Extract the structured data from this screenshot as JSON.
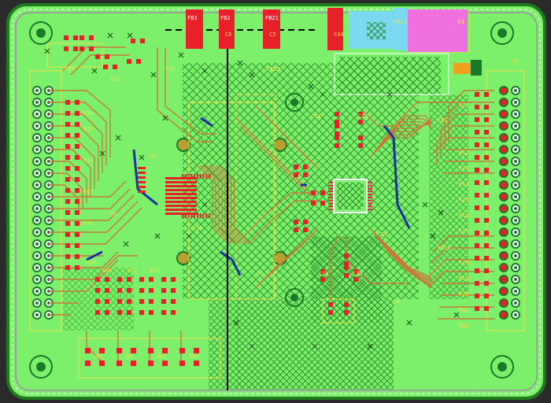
{
  "colors": {
    "board": "#7cf06a",
    "border": "#1f7a1f",
    "silk": "#f4e04a",
    "pad": "#e8202a",
    "trace": "#c87a3a",
    "via": "#1a7a2a",
    "hatch": "#2a8a2a",
    "blue": "#2030a0",
    "black": "#000000"
  },
  "labels": {
    "fb3": "FB3",
    "fb2": "FB2",
    "fb21": "FB21",
    "c6": "C6",
    "c44": "C44",
    "d1": "D1",
    "j1": "J1",
    "c5": "C5",
    "c62": "C62",
    "c30": "C30",
    "c28": "C28",
    "c25": "C25",
    "fb1": "FB1",
    "r11": "R11",
    "r12": "R12",
    "r13": "R13",
    "r14": "R14",
    "r15": "R15",
    "r16": "R16",
    "r17": "R17",
    "r18": "R18",
    "r19": "R19",
    "r20": "R20",
    "r21": "R21",
    "r22": "R22",
    "r30": "R30",
    "r31": "R31",
    "r32": "R32",
    "r33": "R33",
    "r34": "R34",
    "r40": "R40",
    "r41": "R41",
    "r42": "R42",
    "r43": "R43",
    "u1": "U1",
    "u2": "U2",
    "u3": "U3",
    "u4": "U4",
    "sw1": "SW1",
    "sw2": "SW2",
    "sw3": "SW3",
    "sw4": "SW4",
    "c10": "C10",
    "c11": "C11",
    "c12": "C12",
    "c20": "C20",
    "fb20": "FB20",
    "fb4": "FB4",
    "d2": "D2",
    "c50": "C50"
  }
}
